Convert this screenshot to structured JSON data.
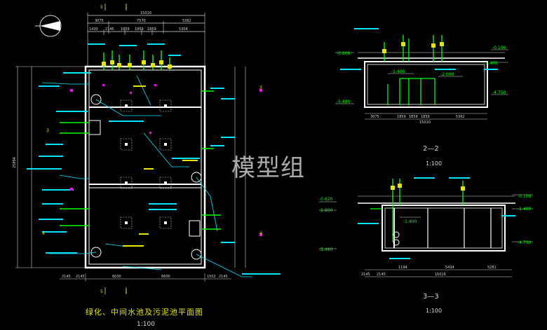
{
  "watermark": "模型组",
  "plan": {
    "title": "绿化、中间水池及污泥池平面图",
    "scale": "1:100",
    "top_total_dim": "15010",
    "top_dims": [
      "3075",
      "7570",
      "5362"
    ],
    "top_sub_dims": [
      "1430",
      "2145",
      "1859",
      "1859",
      "1859",
      "5304"
    ],
    "bottom_dims": [
      "2145",
      "2145",
      "6030",
      "6600",
      "1502",
      "2145"
    ],
    "left_total_dim": "25894",
    "section_marks": [
      "5",
      "1",
      "5",
      "1",
      "3",
      "3",
      "4",
      "4"
    ]
  },
  "section_2_2": {
    "title": "2—2",
    "scale": "1:100",
    "levels": [
      "-0.600",
      "-0.100",
      "-1.400",
      "-1.400",
      "-2.000",
      "-4.750",
      "-5.480"
    ],
    "bottom_dims": [
      "3075",
      "1859",
      "1859",
      "1859",
      "5362"
    ],
    "bottom_total": "15010"
  },
  "section_3_3": {
    "title": "3—3",
    "scale": "1:100",
    "levels": [
      "-0.620",
      "-1.800",
      "-1.400",
      "-0.100",
      "-1.400",
      "-4.750",
      "-5.480"
    ],
    "bottom_dims": [
      "1194",
      "5434",
      "5281"
    ],
    "bottom_total": "16016",
    "small_dims": [
      "2145",
      "2145"
    ]
  },
  "colors": {
    "background": "#000000",
    "structure": "#ffffff",
    "dimension": "#d8d8d8",
    "pipe_green": "#00ff00",
    "leader_cyan": "#00e5ff",
    "label_yellow": "#e6e600",
    "magenta": "#ff00ff",
    "blue": "#3b5bff"
  }
}
